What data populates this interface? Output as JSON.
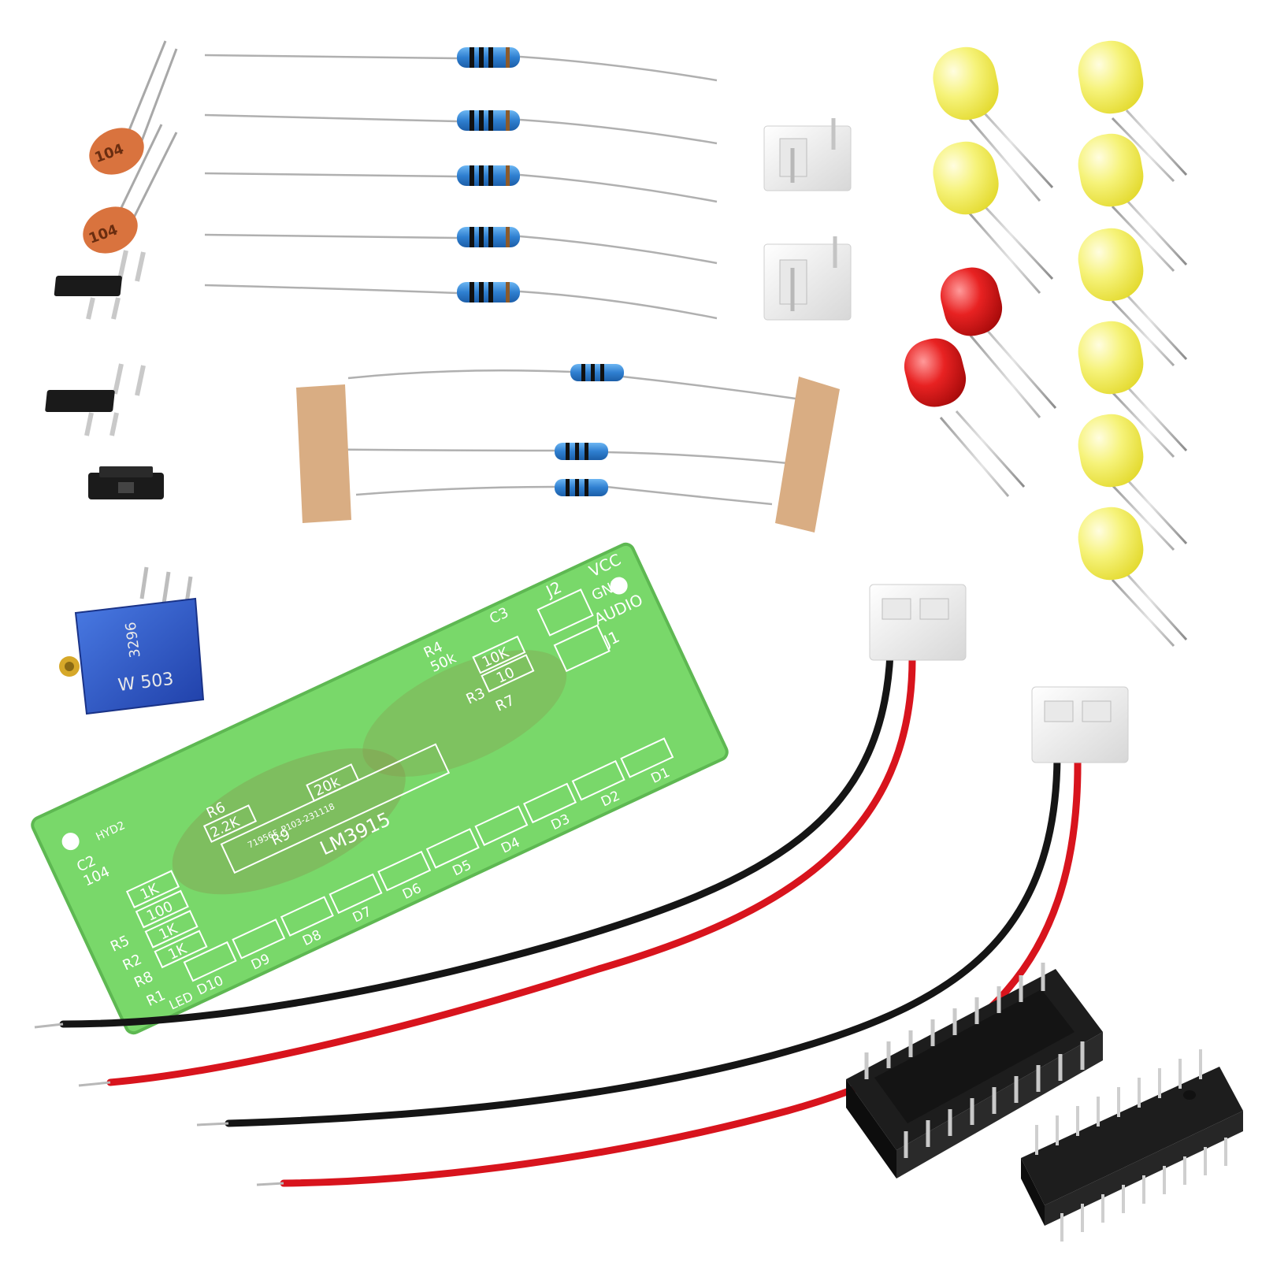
{
  "colors": {
    "background": "#ffffff",
    "pcb": "#79d86a",
    "pcb_dark": "#5eb852",
    "silkscreen": "#ffffff",
    "resistor_body": "#2f7fd0",
    "led_yellow": "#f1f05c",
    "led_red": "#e11b1b",
    "wire_red": "#d8141d",
    "wire_black": "#151515",
    "connector": "#f2f2f2",
    "capacitor": "#d9733e",
    "ic_body": "#1d1d1d",
    "trimmer": "#2e5fd0",
    "tape": "#d9ad83"
  },
  "capacitors": [
    {
      "label": "104"
    },
    {
      "label": "104"
    }
  ],
  "trimmer": {
    "label": "W 503",
    "code": "3296"
  },
  "pcb": {
    "chip": "LM3915",
    "part_code": "71956F_P103-231118",
    "connector_labels": [
      "J2",
      "VCC",
      "GND",
      "AUDIO",
      "J1"
    ],
    "capacitor_labels": [
      "C2",
      "104",
      "C3",
      "HYD2"
    ],
    "resistors": [
      {
        "ref": "R4",
        "value": "50k"
      },
      {
        "ref": "R3",
        "value": "10K"
      },
      {
        "ref": "R7",
        "value": "10"
      },
      {
        "ref": "R6",
        "value": "2.2K"
      },
      {
        "ref": "R9",
        "value": "20k"
      },
      {
        "ref": "R5",
        "value": "1K"
      },
      {
        "ref": "R2",
        "value": "100"
      },
      {
        "ref": "R8",
        "value": "1K"
      },
      {
        "ref": "R1",
        "value": "1K"
      }
    ],
    "led_label": "LED",
    "diodes": [
      "D1",
      "D2",
      "D3",
      "D4",
      "D5",
      "D6",
      "D7",
      "D8",
      "D9",
      "D10"
    ]
  },
  "component_counts": {
    "axial_resistors": 8,
    "yellow_leds": 8,
    "red_leds": 2,
    "pin_headers": 2,
    "jumper_caps": 1,
    "xh_sockets": 2,
    "cable_assemblies": 2,
    "dip_socket_pins": 18,
    "ic_pins": 18
  }
}
